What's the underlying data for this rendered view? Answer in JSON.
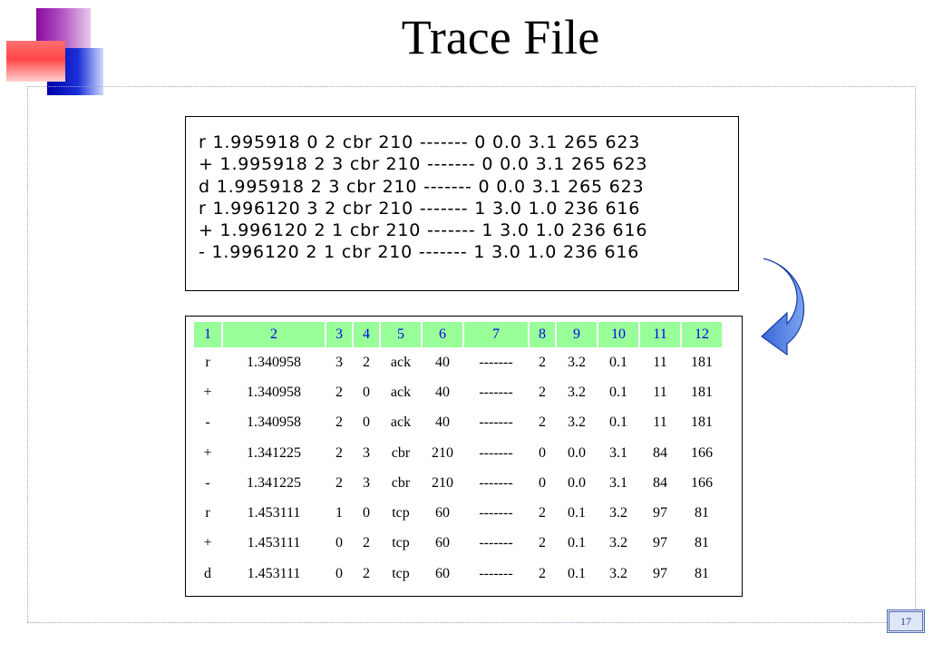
{
  "slide": {
    "title": "Trace File",
    "page_number": "17"
  },
  "trace_lines": [
    "r 1.995918 0 2 cbr 210 ------- 0 0.0 3.1 265 623",
    "+ 1.995918 2 3 cbr 210 ------- 0 0.0 3.1 265 623",
    "d 1.995918 2 3 cbr 210 ------- 0 0.0 3.1 265 623",
    "r 1.996120 3 2 cbr 210 ------- 1 3.0 1.0 236 616",
    "+ 1.996120 2 1 cbr 210 ------- 1 3.0 1.0 236 616",
    "- 1.996120 2 1 cbr 210 ------- 1 3.0 1.0 236 616"
  ],
  "table": {
    "headers": [
      "1",
      "2",
      "3",
      "4",
      "5",
      "6",
      "7",
      "8",
      "9",
      "10",
      "11",
      "12"
    ],
    "rows": [
      [
        "r",
        "1.340958",
        "3",
        "2",
        "ack",
        "40",
        "-------",
        "2",
        "3.2",
        "0.1",
        "11",
        "181"
      ],
      [
        "+",
        "1.340958",
        "2",
        "0",
        "ack",
        "40",
        "-------",
        "2",
        "3.2",
        "0.1",
        "11",
        "181"
      ],
      [
        "-",
        "1.340958",
        "2",
        "0",
        "ack",
        "40",
        "-------",
        "2",
        "3.2",
        "0.1",
        "11",
        "181"
      ],
      [
        "+",
        "1.341225",
        "2",
        "3",
        "cbr",
        "210",
        "-------",
        "0",
        "0.0",
        "3.1",
        "84",
        "166"
      ],
      [
        "-",
        "1.341225",
        "2",
        "3",
        "cbr",
        "210",
        "-------",
        "0",
        "0.0",
        "3.1",
        "84",
        "166"
      ],
      [
        "r",
        "1.453111",
        "1",
        "0",
        "tcp",
        "60",
        "-------",
        "2",
        "0.1",
        "3.2",
        "97",
        "81"
      ],
      [
        "+",
        "1.453111",
        "0",
        "2",
        "tcp",
        "60",
        "-------",
        "2",
        "0.1",
        "3.2",
        "97",
        "81"
      ],
      [
        "d",
        "1.453111",
        "0",
        "2",
        "tcp",
        "60",
        "-------",
        "2",
        "0.1",
        "3.2",
        "97",
        "81"
      ]
    ]
  },
  "icons": {
    "arrow": "curved-down-left-arrow-icon"
  },
  "colors": {
    "header_bg": "#99ff99",
    "header_text": "#0000ee",
    "arrow": "#5b8ae8"
  }
}
